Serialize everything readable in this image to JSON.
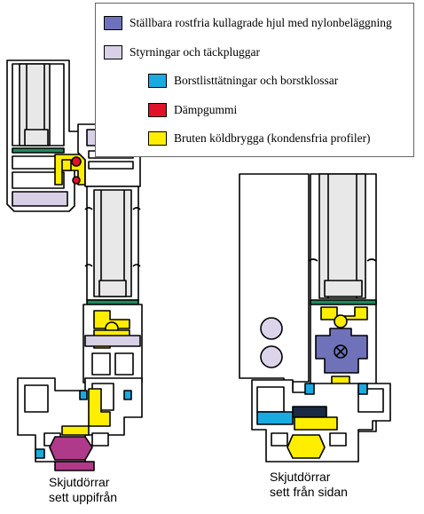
{
  "legend": {
    "items": [
      {
        "label": "Ställbara rostfria kullagrade hjul med nylonbeläggning",
        "color": "#6f72b8"
      },
      {
        "label": "Styrningar och täckpluggar",
        "color": "#d8d0e6"
      },
      {
        "label": "Borstlisttätningar och borstklossar",
        "color": "#1aaae2"
      },
      {
        "label": "Dämpgummi",
        "color": "#e3102a"
      },
      {
        "label": "Bruten köldbrygga (kondensfria profiler)",
        "color": "#ffee00"
      }
    ]
  },
  "captions": {
    "left": {
      "line1": "Skjutdörrar",
      "line2": "sett uppifrån"
    },
    "right": {
      "line1": "Skjutdörrar",
      "line2": "sett från sidan"
    }
  },
  "colors": {
    "profile_fill": "#ffffff",
    "profile_stroke": "#000000",
    "glass": "#e8e8e8",
    "seal_green": "#1e8a5a",
    "roller_purple": "#6f72b8",
    "guide_lavender": "#d8d0e6",
    "brush_blue": "#1aaae2",
    "damper_red": "#e3102a",
    "thermal_yellow": "#ffee00",
    "track_magenta": "#b03a8a",
    "plug_lavender": "#dcd4ea"
  }
}
